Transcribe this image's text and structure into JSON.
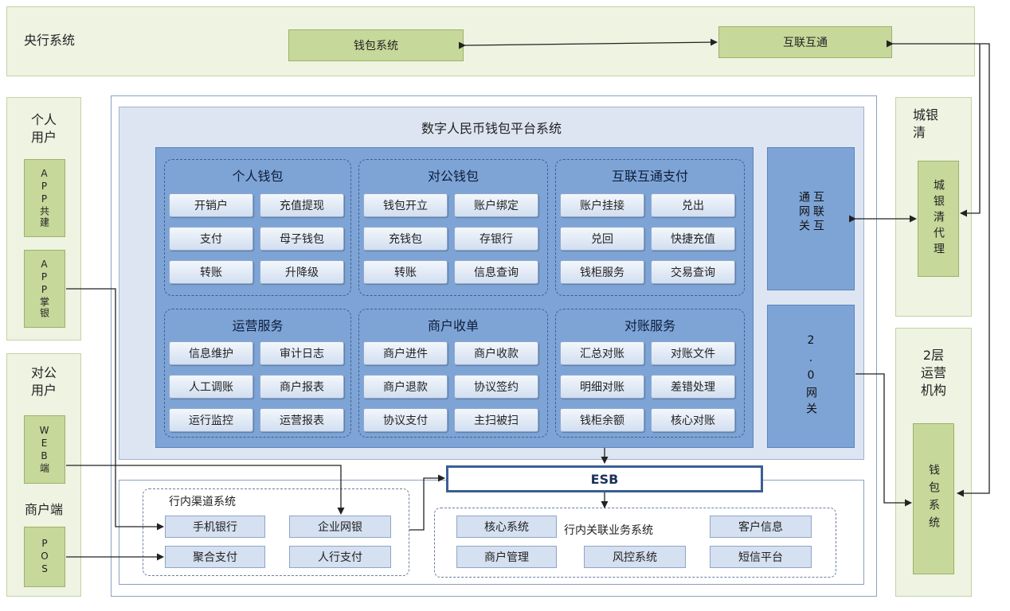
{
  "central_bank": {
    "label": "央行系统",
    "wallet_system": "钱包系统",
    "interconnect": "互联互通"
  },
  "personal_user": {
    "label_line1": "个人",
    "label_line2": "用户",
    "app_shared": "APP共建",
    "app_mobile": "APP掌银"
  },
  "corporate_user": {
    "label_line1": "对公",
    "label_line2": "用户",
    "web": "WEB端",
    "merchant_label": "商户端",
    "pos": "POS"
  },
  "city_bank": {
    "label_line1": "城银",
    "label_line2": "清",
    "agent": "城银清代理"
  },
  "tier2": {
    "label_line1": "2层",
    "label_line2": "运营",
    "label_line3": "机构",
    "wallet_system": "钱包系统"
  },
  "platform": {
    "title": "数字人民币钱包平台系统",
    "groups": [
      {
        "title": "个人钱包",
        "items": [
          "开销户",
          "充值提现",
          "支付",
          "母子钱包",
          "转账",
          "升降级"
        ]
      },
      {
        "title": "对公钱包",
        "items": [
          "钱包开立",
          "账户绑定",
          "充钱包",
          "存银行",
          "转账",
          "信息查询"
        ]
      },
      {
        "title": "互联互通支付",
        "items": [
          "账户挂接",
          "兑出",
          "兑回",
          "快捷充值",
          "钱柜服务",
          "交易查询"
        ]
      },
      {
        "title": "运营服务",
        "items": [
          "信息维护",
          "审计日志",
          "人工调账",
          "商户报表",
          "运行监控",
          "运营报表"
        ]
      },
      {
        "title": "商户收单",
        "items": [
          "商户进件",
          "商户收款",
          "商户退款",
          "协议签约",
          "协议支付",
          "主扫被扫"
        ]
      },
      {
        "title": "对账服务",
        "items": [
          "汇总对账",
          "对账文件",
          "明细对账",
          "差错处理",
          "钱柜余额",
          "核心对账"
        ]
      }
    ],
    "gateway_interconnect": "互联互通网关",
    "gateway_20": "2.0网关"
  },
  "esb": {
    "label": "ESB"
  },
  "channels": {
    "title": "行内渠道系统",
    "mobile_bank": "手机银行",
    "enterprise_bank": "企业网银",
    "aggregate_pay": "聚合支付",
    "pboc_pay": "人行支付"
  },
  "related": {
    "title": "行内关联业务系统",
    "core": "核心系统",
    "customer_info": "客户信息",
    "merchant_mgmt": "商户管理",
    "risk": "风控系统",
    "sms": "短信平台"
  },
  "colors": {
    "green_outer": "#eef3e2",
    "green_box": "#c6d89a",
    "blue_panel": "#7ea4d6",
    "platform_bg": "#dce5f1",
    "esb_border": "#3a5f93"
  }
}
